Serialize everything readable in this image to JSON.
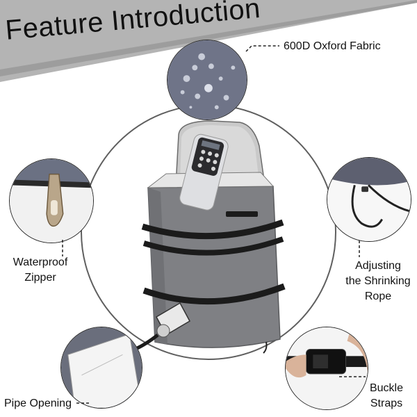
{
  "page": {
    "title": "Feature Introduction"
  },
  "features": {
    "fabric": "600D Oxford Fabric",
    "zipper_line1": "Waterproof",
    "zipper_line2": "Zipper",
    "rope_line1": "Adjusting",
    "rope_line2": "the Shrinking",
    "rope_line3": "Rope",
    "pipe": "Pipe Opening",
    "buckle_line1": "Buckle",
    "buckle_line2": "Straps"
  },
  "colors": {
    "cover_gray": "#7f8084",
    "banner_gray": "#b5b5b5",
    "strap_black": "#1b1b1b"
  }
}
